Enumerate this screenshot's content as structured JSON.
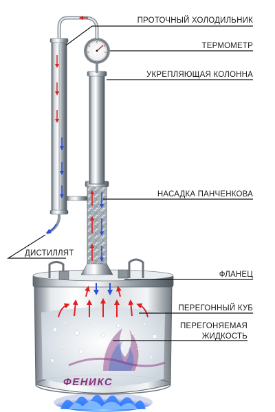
{
  "labels": {
    "condenser": "ПРОТОЧНЫЙ ХОЛОДИЛЬНИК",
    "thermometer": "ТЕРМОМЕТР",
    "column": "УКРЕПЛЯЮЩАЯ КОЛОННА",
    "panchenkov": "НАСАДКА ПАНЧЕНКОВА",
    "distillate": "ДИСТИЛЛЯТ",
    "flange": "ФЛАНЕЦ",
    "boiler": "ПЕРЕГОННЫЙ КУБ",
    "liquid_line1": "ПЕРЕГОНЯЕМАЯ",
    "liquid_line2": "ЖИДКОСТЬ"
  },
  "logo": {
    "text": "ФЕНИКС"
  },
  "colors": {
    "steel_dark": "#6f7880",
    "steel_light": "#f2f4f6",
    "vapor": "#e02020",
    "coolant": "#2a4fd6",
    "leader": "#111111",
    "flame": "#2f7bff",
    "logo": "#8a2f7a"
  }
}
